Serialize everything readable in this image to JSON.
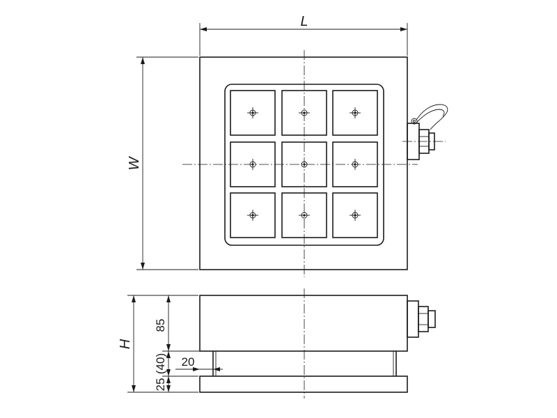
{
  "labels": {
    "length": "L",
    "width": "W",
    "height": "H",
    "dim_85": "85",
    "dim_40": "(40)",
    "dim_25": "25",
    "dim_20": "20"
  }
}
